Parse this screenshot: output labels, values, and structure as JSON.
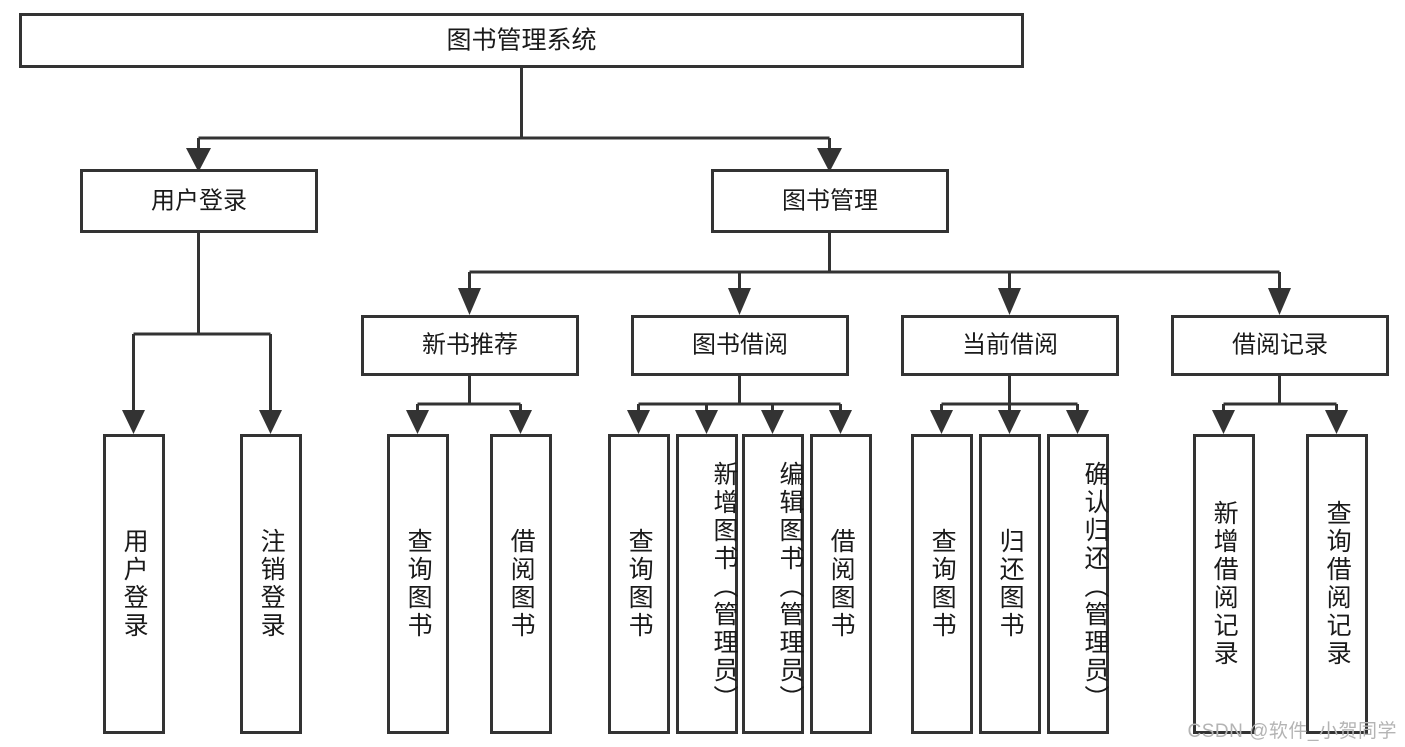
{
  "diagram": {
    "title": "图书管理系统",
    "watermark": "CSDN @软件_小贺同学",
    "style": {
      "stroke_color": "#333333",
      "fill_color": "#ffffff",
      "text_color": "#1a1a1a",
      "watermark_color": "#b4b4b4",
      "background": "#ffffff"
    },
    "root": {
      "label": "图书管理系统"
    },
    "level2": [
      {
        "id": "user-login",
        "label": "用户登录"
      },
      {
        "id": "book-management",
        "label": "图书管理"
      }
    ],
    "level3": [
      {
        "id": "new-book-recommend",
        "label": "新书推荐",
        "parent": "book-management"
      },
      {
        "id": "book-borrow",
        "label": "图书借阅",
        "parent": "book-management"
      },
      {
        "id": "current-borrow",
        "label": "当前借阅",
        "parent": "book-management"
      },
      {
        "id": "borrow-record",
        "label": "借阅记录",
        "parent": "book-management"
      }
    ],
    "leaves": [
      {
        "id": "leaf-user-login",
        "label": "用户登录",
        "parent": "user-login"
      },
      {
        "id": "leaf-logout-login",
        "label": "注销登录",
        "parent": "user-login"
      },
      {
        "id": "leaf-query-book-1",
        "label": "查询图书",
        "parent": "new-book-recommend"
      },
      {
        "id": "leaf-borrow-book-1",
        "label": "借阅图书",
        "parent": "new-book-recommend"
      },
      {
        "id": "leaf-query-book-2",
        "label": "查询图书",
        "parent": "book-borrow"
      },
      {
        "id": "leaf-add-book",
        "label": "新增图书（管理员）",
        "parent": "book-borrow"
      },
      {
        "id": "leaf-edit-book",
        "label": "编辑图书（管理员）",
        "parent": "book-borrow"
      },
      {
        "id": "leaf-borrow-book-2",
        "label": "借阅图书",
        "parent": "book-borrow"
      },
      {
        "id": "leaf-query-book-3",
        "label": "查询图书",
        "parent": "current-borrow"
      },
      {
        "id": "leaf-return-book",
        "label": "归还图书",
        "parent": "current-borrow"
      },
      {
        "id": "leaf-confirm-return",
        "label": "确认归还（管理员）",
        "parent": "current-borrow"
      },
      {
        "id": "leaf-add-record",
        "label": "新增借阅记录",
        "parent": "borrow-record"
      },
      {
        "id": "leaf-query-record",
        "label": "查询借阅记录",
        "parent": "borrow-record"
      }
    ]
  }
}
